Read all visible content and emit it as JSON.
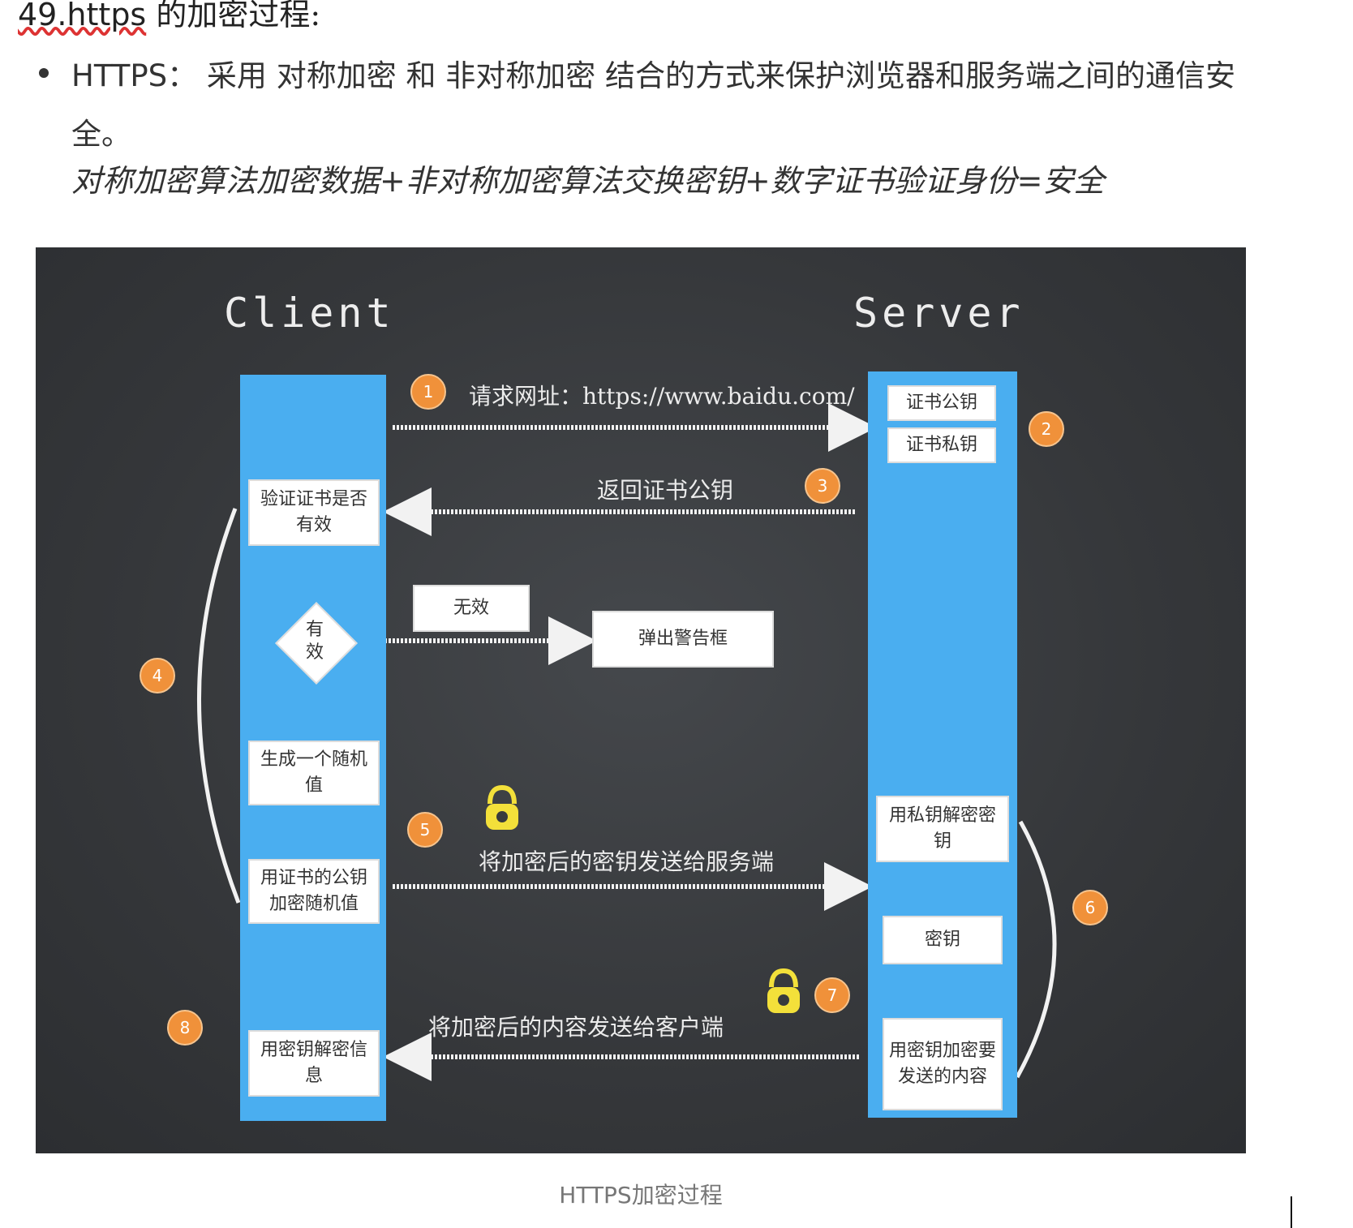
{
  "heading": {
    "link": "49.https",
    "rest": " 的加密过程:"
  },
  "bullet": {
    "text": "HTTPS： 采用 对称加密 和 非对称加密 结合的方式来保护浏览器和服务端之间的通信安全。"
  },
  "formula": "对称加密算法加密数据+非对称加密算法交换密钥+数字证书验证身份=安全",
  "diagram": {
    "client_title": "Client",
    "server_title": "Server",
    "step1_label": "请求网址：https://www.baidu.com/",
    "step3_label": "返回证书公钥",
    "step5_label": "将加密后的密钥发送给服务端",
    "step7_label": "将加密后的内容发送给客户端",
    "server_cert_public": "证书公钥",
    "server_cert_private": "证书私钥",
    "client_verify": "验证证书是否有效",
    "diamond": "有效",
    "invalid": "无效",
    "alert": "弹出警告框",
    "generate_random": "生成一个随机值",
    "encrypt_random": "用证书的公钥加密随机值",
    "decrypt_info": "用密钥解密信息",
    "server_decrypt": "用私钥解密密钥",
    "server_key": "密钥",
    "server_encrypt": "用密钥加密要发送的内容",
    "badges": [
      "1",
      "2",
      "3",
      "4",
      "5",
      "6",
      "7",
      "8"
    ],
    "colors": {
      "board": "#383a3d",
      "column": "#4aaef0",
      "badge": "#f0913a",
      "lock": "#f3e03a"
    }
  },
  "caption": "HTTPS加密过程"
}
